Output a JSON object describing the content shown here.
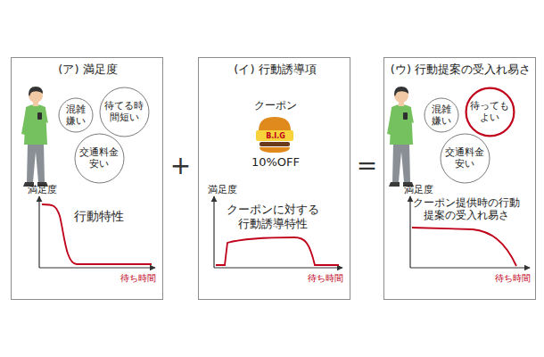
{
  "diagram": {
    "nodes": [
      {
        "text": [
          "(ア) 満足度",
          "満足度",
          "行動特性",
          "待ち時間"
        ]
      },
      {
        "text": [
          "混雑嫌い"
        ],
        "in": 0
      },
      {
        "text": [
          "待てる時間短い"
        ],
        "in": 0
      },
      {
        "text": [
          "交通料金安い"
        ],
        "in": 0
      },
      {
        "text": [
          "(イ) 行動誘導項",
          "クーポン",
          "B.I.G",
          "10%OFF",
          "満足度",
          "クーポンに対する行動誘導特性",
          "待ち時間"
        ]
      },
      {
        "text": [
          "(ウ) 行動提案の受入れ易さ",
          "満足度",
          "クーポン提供時の行動提案の受入れ易さ",
          "待ち時間"
        ]
      },
      {
        "text": [
          "混雑嫌い"
        ],
        "in": 5
      },
      {
        "text": [
          "待ってもよい"
        ],
        "in": 5
      },
      {
        "text": [
          "交通料金安い"
        ],
        "in": 5
      }
    ],
    "labels": [
      "+",
      "="
    ]
  }
}
